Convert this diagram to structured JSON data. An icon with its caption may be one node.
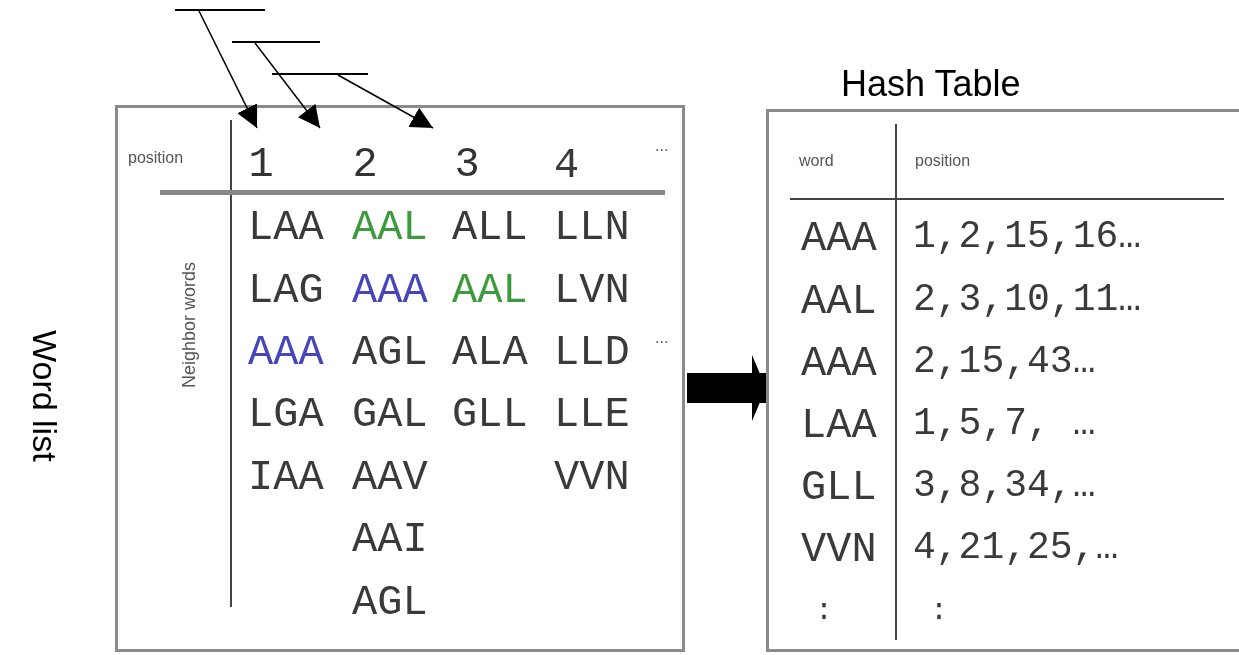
{
  "diagram": {
    "nodes": [
      {
        "text": [
          "Word list"
        ]
      },
      {
        "text": [
          "Hash Table"
        ]
      },
      {
        "text": [],
        "shape": "bar"
      },
      {
        "text": [],
        "shape": "bar"
      },
      {
        "text": [],
        "shape": "bar"
      },
      {
        "text": [
          "1"
        ],
        "in": 0
      },
      {
        "text": [
          "2"
        ],
        "in": 0
      },
      {
        "text": [
          "3"
        ],
        "in": 0
      }
    ],
    "edges": [
      {
        "from": 2,
        "to": 5,
        "arrow": "to"
      },
      {
        "from": 3,
        "to": 6,
        "arrow": "to"
      },
      {
        "from": 4,
        "to": 7,
        "arrow": "to"
      },
      {
        "from": 0,
        "to": 1,
        "arrow": "to",
        "style": "thick"
      }
    ],
    "labels": [
      "position",
      "4",
      "...",
      "Neighbor words",
      "LAA",
      "AAL",
      "ALL",
      "LLN",
      "LAG",
      "AAA",
      "AAL",
      "LVN",
      "AAA",
      "AGL",
      "ALA",
      "LLD",
      "...",
      "LGA",
      "GAL",
      "GLL",
      "LLE",
      "IAA",
      "AAV",
      "VVN",
      "AAI",
      "AGL",
      "word",
      "position",
      "AAA",
      "1,2,15,16…",
      "AAL",
      "2,3,10,11…",
      "AAA",
      "2,15,43…",
      "LAA",
      "1,5,7, …",
      "GLL",
      "3,8,34,…",
      "VVN",
      "4,21,25,…",
      ":",
      ":"
    ]
  }
}
